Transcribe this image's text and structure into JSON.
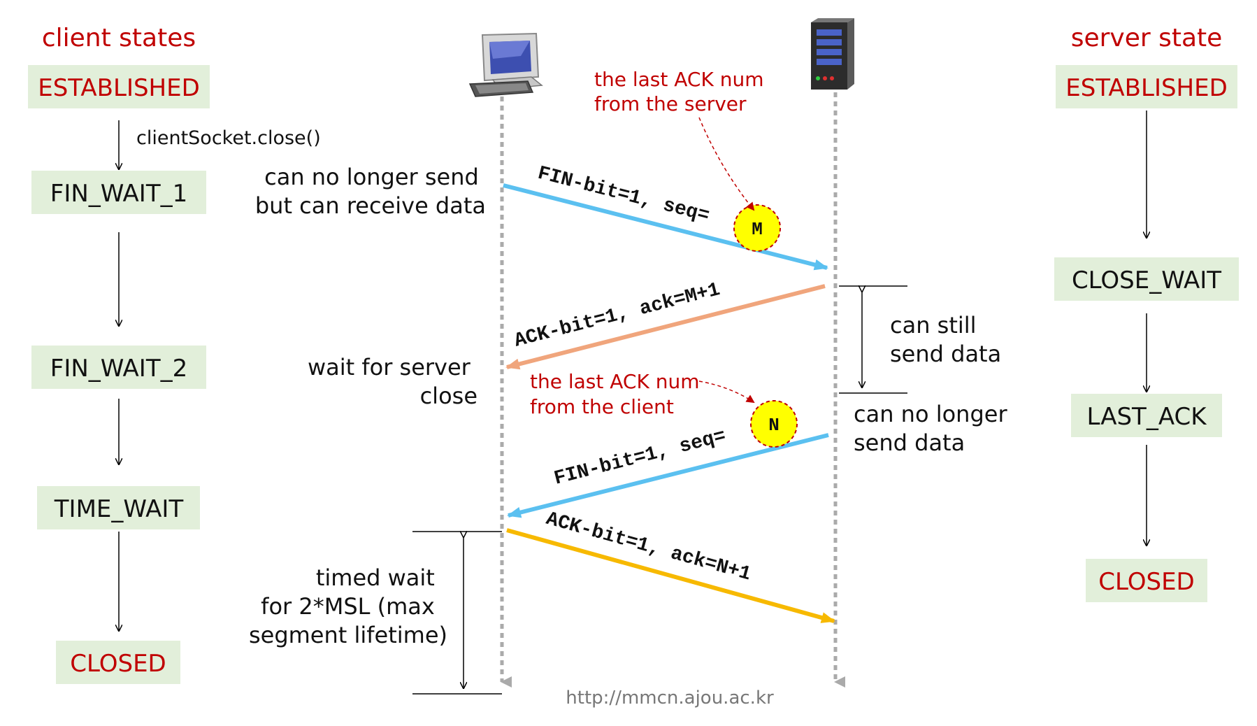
{
  "colors": {
    "state_box": "#e2efda",
    "red_text": "#c00000",
    "fin_arrow": "#5bc0f0",
    "ack_arrow_server": "#f0a57c",
    "ack_arrow_client": "#f7b900",
    "seq_circle": "#ffff00",
    "lifeline": "#aaaaaa",
    "url_text": "#777777"
  },
  "headers": {
    "client": "client states",
    "server": "server state"
  },
  "client_states": [
    "ESTABLISHED",
    "FIN_WAIT_1",
    "FIN_WAIT_2",
    "TIME_WAIT",
    "CLOSED"
  ],
  "server_states": [
    "ESTABLISHED",
    "CLOSE_WAIT",
    "LAST_ACK",
    "CLOSED"
  ],
  "client_transition_label": "clientSocket.close()",
  "icons": {
    "client": "desktop-computer-icon",
    "server": "server-tower-icon"
  },
  "notes": {
    "client_no_send": [
      "can no longer send",
      "but can receive data"
    ],
    "wait_server_close": [
      "wait for server",
      "close"
    ],
    "timed_wait": [
      "timed wait",
      "for 2*MSL (max",
      "segment lifetime)"
    ],
    "server_can_send": [
      "can still",
      "send data"
    ],
    "server_no_send": [
      "can no longer",
      "send data"
    ],
    "last_ack_server": [
      "the last ACK num",
      "from the server"
    ],
    "last_ack_client": [
      "the last ACK num",
      "from the client"
    ]
  },
  "messages": {
    "fin_client": "FIN-bit=1, seq=",
    "ack_server": "ACK-bit=1, ack=M+1",
    "fin_server": "FIN-bit=1, seq=",
    "ack_client": "ACK-bit=1, ack=N+1"
  },
  "seq_labels": {
    "client": "M",
    "server": "N"
  },
  "footer_url": "http://mmcn.ajou.ac.kr"
}
